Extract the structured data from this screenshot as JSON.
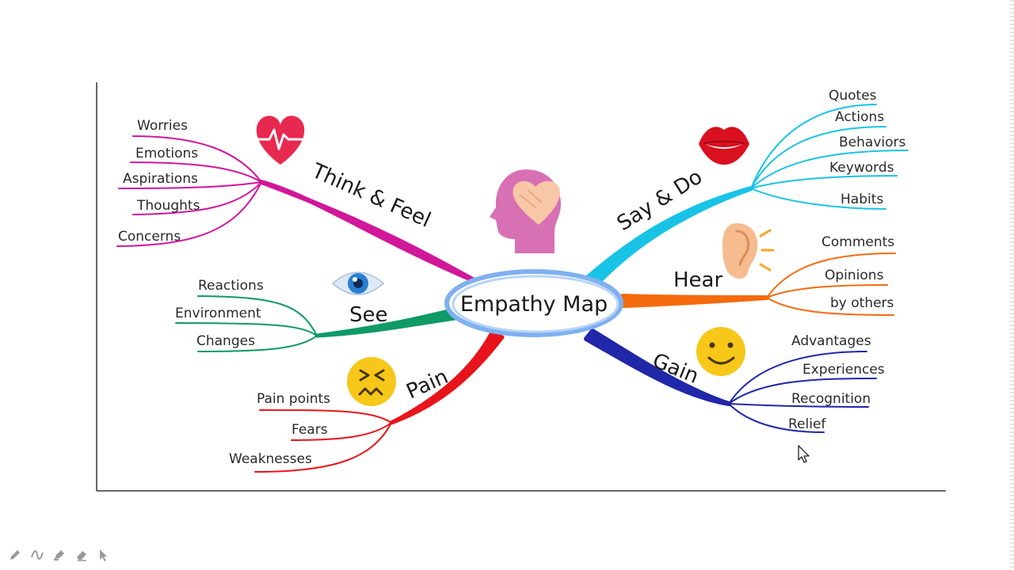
{
  "center": {
    "label": "Empathy Map"
  },
  "branches": {
    "think_feel": {
      "label": "Think & Feel",
      "color": "#d1179a",
      "items": [
        "Worries",
        "Emotions",
        "Aspirations",
        "Thoughts",
        "Concerns"
      ]
    },
    "see": {
      "label": "See",
      "color": "#0f9a66",
      "items": [
        "Reactions",
        "Environment",
        "Changes"
      ]
    },
    "pain": {
      "label": "Pain",
      "color": "#e8141c",
      "items": [
        "Pain points",
        "Fears",
        "Weaknesses"
      ]
    },
    "say_do": {
      "label": "Say & Do",
      "color": "#19c3e6",
      "items": [
        "Quotes",
        "Actions",
        "Behaviors",
        "Keywords",
        "Habits"
      ]
    },
    "hear": {
      "label": "Hear",
      "color": "#f46b0e",
      "items": [
        "Comments",
        "Opinions",
        "by others"
      ]
    },
    "gain": {
      "label": "Gain",
      "color": "#2027a8",
      "items": [
        "Advantages",
        "Experiences",
        "Recognition",
        "Relief"
      ]
    }
  },
  "icons": {
    "think_feel": "heart-pulse-icon",
    "see": "eye-icon",
    "pain": "frustrated-face-icon",
    "say_do": "lips-icon",
    "hear": "ear-icon",
    "gain": "smiley-face-icon",
    "center": "head-heart-icon"
  },
  "toolbar": {
    "tools": [
      "pen-icon",
      "curve-icon",
      "highlighter-icon",
      "eraser-icon",
      "pointer-icon"
    ]
  }
}
